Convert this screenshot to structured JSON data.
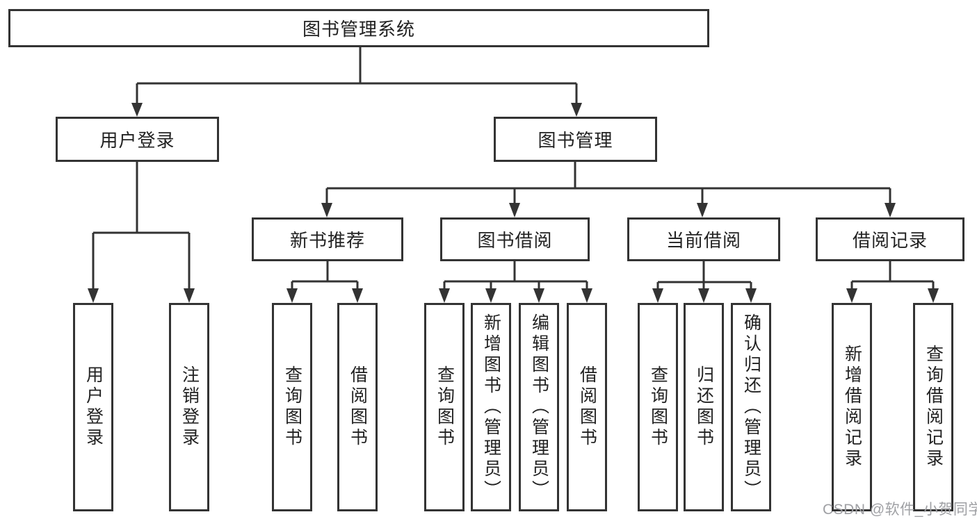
{
  "colors": {
    "line": "#333333",
    "box_border": "#333333",
    "box_fill": "#ffffff",
    "text": "#222222",
    "watermark": "#9fa0a4",
    "background": "#ffffff"
  },
  "watermark": {
    "text": "CSDN @软件_小贺同学"
  },
  "tree": {
    "root": "图书管理系统",
    "user_login": {
      "label": "用户登录",
      "children": [
        "用户登录",
        "注销登录"
      ]
    },
    "book_mgmt": {
      "label": "图书管理",
      "sections": [
        {
          "label": "新书推荐",
          "children": [
            "查询图书",
            "借阅图书"
          ]
        },
        {
          "label": "图书借阅",
          "children": [
            "查询图书",
            "新增图书（管理员）",
            "编辑图书（管理员）",
            "借阅图书"
          ]
        },
        {
          "label": "当前借阅",
          "children": [
            "查询图书",
            "归还图书",
            "确认归还（管理员）"
          ]
        },
        {
          "label": "借阅记录",
          "children": [
            "新增借阅记录",
            "查询借阅记录"
          ]
        }
      ]
    }
  }
}
